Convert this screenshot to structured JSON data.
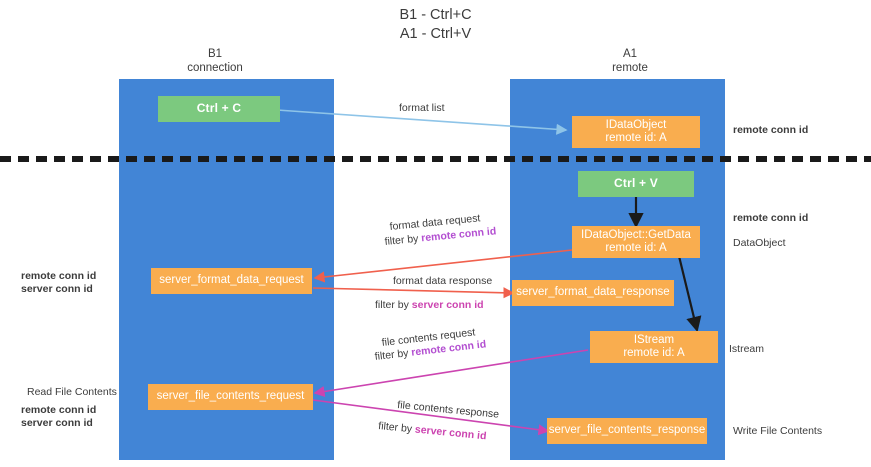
{
  "title": {
    "line1": "B1 - Ctrl+C",
    "line2": "A1 - Ctrl+V"
  },
  "lanes": [
    {
      "id": "b1",
      "name": "B1",
      "role": "connection"
    },
    {
      "id": "a1",
      "name": "A1",
      "role": "remote"
    }
  ],
  "boxes": {
    "ctrl_c": {
      "l1": "Ctrl + C",
      "l2": ""
    },
    "ctrl_v": {
      "l1": "Ctrl + V",
      "l2": ""
    },
    "idataobject": {
      "l1": "IDataObject",
      "l2": "remote id: A"
    },
    "idataobject_getdata": {
      "l1": "IDataObject::GetData",
      "l2": "remote id: A"
    },
    "istream": {
      "l1": "IStream",
      "l2": "remote id: A"
    },
    "server_format_data_request": {
      "l1": "server_format_data_request",
      "l2": ""
    },
    "server_format_data_response": {
      "l1": "server_format_data_response",
      "l2": ""
    },
    "server_file_contents_request": {
      "l1": "server_file_contents_request",
      "l2": ""
    },
    "server_file_contents_response": {
      "l1": "server_file_contents_response",
      "l2": ""
    }
  },
  "edge_labels": {
    "format_list": "format list",
    "format_data_request": "format data request",
    "format_data_request_filter_prefix": "filter by ",
    "format_data_request_filter_key": "remote conn id",
    "format_data_response": "format data response",
    "format_data_response_filter_prefix": "filter by ",
    "format_data_response_filter_key": "server conn id",
    "file_contents_request": "file contents request",
    "file_contents_request_filter_prefix": "filter by ",
    "file_contents_request_filter_key": "remote conn id",
    "file_contents_response": "file contents response",
    "file_contents_response_filter_prefix": "filter by ",
    "file_contents_response_filter_key": "server conn id"
  },
  "annotations": {
    "right_remote_conn_id_top": "remote conn id",
    "right_remote_conn_id_mid": "remote conn id",
    "right_dataobject": "DataObject",
    "right_istream": "Istream",
    "right_write_file_contents": "Write File Contents",
    "left_remote_conn_id_mid": "remote conn id",
    "left_server_conn_id_mid": "server conn id",
    "left_read_file_contents": "Read File Contents",
    "left_remote_conn_id_bottom": "remote conn id",
    "left_server_conn_id_bottom": "server conn id"
  },
  "colors": {
    "lane": "#4285d6",
    "box_orange": "#f9ad4f",
    "box_green": "#7cc97f",
    "arrow_blue": "#8ec4e8",
    "arrow_red": "#f0604d",
    "arrow_magenta": "#cc44b0",
    "arrow_black": "#1a1a1a",
    "key_remote": "#b34fd1",
    "key_server": "#6cc06f",
    "divider": "#1a1a1a"
  }
}
